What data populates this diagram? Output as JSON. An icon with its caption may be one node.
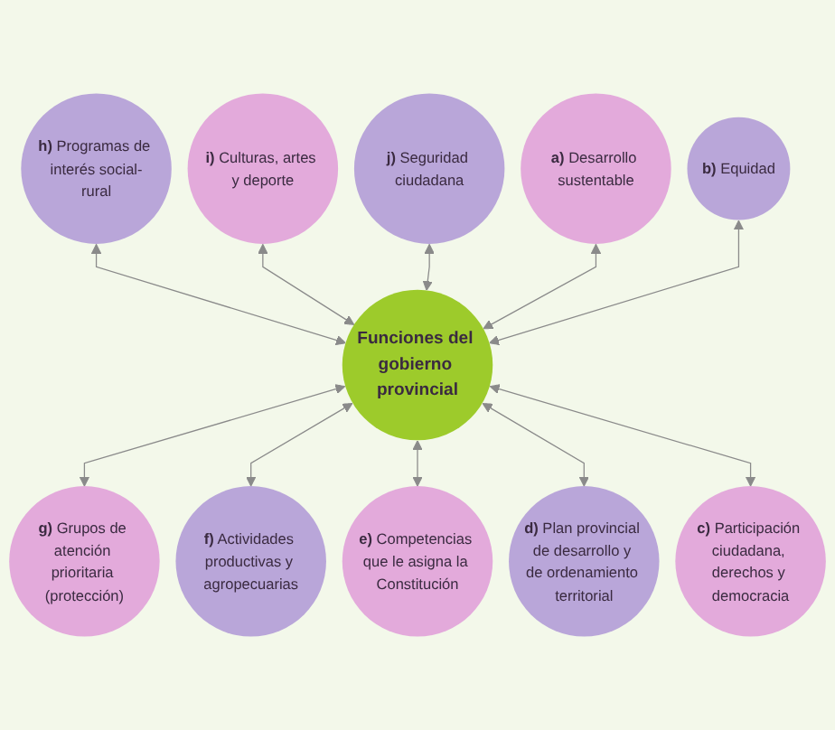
{
  "diagram": {
    "nodes": [
      {
        "text": [
          "Funciones del gobierno provincial"
        ]
      },
      {
        "text": [
          "a) Desarrollo sustentable"
        ]
      },
      {
        "text": [
          "b) Equidad"
        ]
      },
      {
        "text": [
          "c) Participación ciudadana, derechos y democracia"
        ]
      },
      {
        "text": [
          "d) Plan provincial de desarrollo y de ordenamiento territorial"
        ]
      },
      {
        "text": [
          "e) Competencias que le asigna la Constitución"
        ]
      },
      {
        "text": [
          "f) Actividades productivas y agropecuarias"
        ]
      },
      {
        "text": [
          "g) Grupos de atención prioritaria (protección)"
        ]
      },
      {
        "text": [
          "h) Programas de interés social-rural"
        ]
      },
      {
        "text": [
          "i) Culturas, artes y deporte"
        ]
      },
      {
        "text": [
          "j) Seguridad ciudadana"
        ]
      }
    ],
    "edges": [
      {
        "from": 8,
        "to": 0,
        "arrow": "both"
      },
      {
        "from": 9,
        "to": 0,
        "arrow": "both"
      },
      {
        "from": 10,
        "to": 0,
        "arrow": "both"
      },
      {
        "from": 1,
        "to": 0,
        "arrow": "both"
      },
      {
        "from": 2,
        "to": 0,
        "arrow": "both"
      },
      {
        "from": 0,
        "to": 7,
        "arrow": "both"
      },
      {
        "from": 0,
        "to": 6,
        "arrow": "both"
      },
      {
        "from": 0,
        "to": 5,
        "arrow": "both"
      },
      {
        "from": 0,
        "to": 4,
        "arrow": "both"
      },
      {
        "from": 0,
        "to": 3,
        "arrow": "both"
      }
    ]
  }
}
